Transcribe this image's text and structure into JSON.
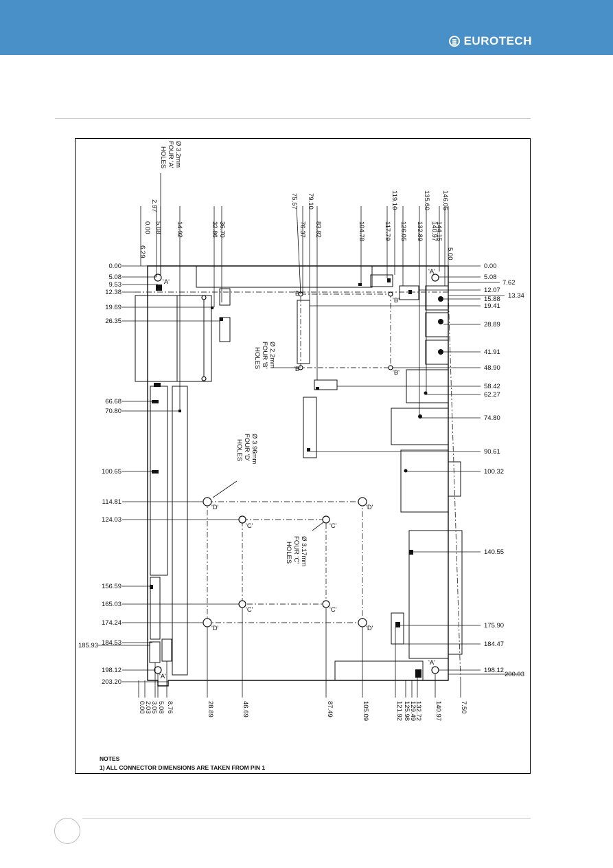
{
  "brand": {
    "name": "EUROTECH",
    "accent": "#4a90c8"
  },
  "notes": {
    "title": "NOTES",
    "line1": "1) ALL CONNECTOR DIMENSIONS ARE TAKEN FROM PIN 1"
  },
  "holes": {
    "a": [
      "Ø 3.2mm",
      "FOUR 'A'",
      "HOLES"
    ],
    "b": [
      "Ø 2.2mm",
      "FOUR 'B'",
      "HOLES"
    ],
    "c": [
      "Ø 3.17mm",
      "FOUR 'C'",
      "HOLES"
    ],
    "d": [
      "Ø 3.96mm",
      "FOUR 'D'",
      "HOLES"
    ]
  },
  "dims": {
    "left": [
      "0.00",
      "5.08",
      "9.53",
      "12.38",
      "19.69",
      "26.35",
      "66.68",
      "70.80",
      "100.65",
      "114.81",
      "124.03",
      "156.59",
      "165.03",
      "174.24",
      "184.53",
      "185.93",
      "198.12",
      "203.20"
    ],
    "right": [
      "0.00",
      "5.08",
      "7.62",
      "12.07",
      "13.34",
      "15.88",
      "19.41",
      "28.89",
      "41.91",
      "48.90",
      "58.42",
      "62.27",
      "74.80",
      "90.61",
      "100.32",
      "140.55",
      "175.90",
      "184.47",
      "198.12",
      "200.03"
    ],
    "top": [
      "6.29",
      "2.97",
      "0.00",
      "5.08",
      "14.92",
      "32.86",
      "36.70",
      "75.57",
      "76.37",
      "79.10",
      "83.82",
      "104.78",
      "117.79",
      "119.10",
      "126.05",
      "132.89",
      "135.60",
      "140.97",
      "144.15",
      "146.05",
      "5.00"
    ],
    "bottom": [
      "0.00",
      "2.03",
      "3.05",
      "5.08",
      "8.76",
      "28.89",
      "46.69",
      "87.49",
      "105.09",
      "121.92",
      "125.98",
      "129.49",
      "132.72",
      "140.97",
      "7.50"
    ]
  }
}
